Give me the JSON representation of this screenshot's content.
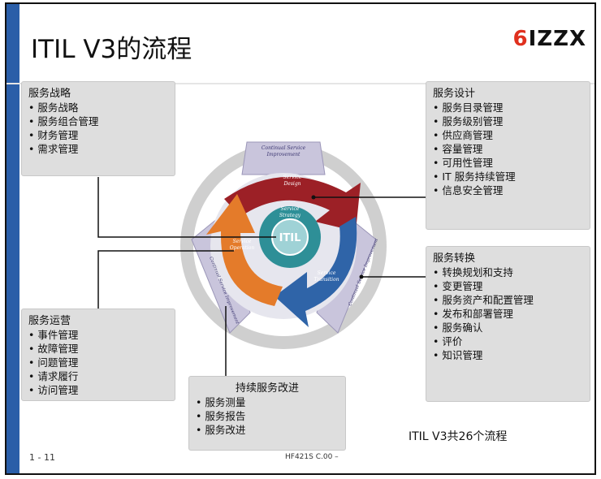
{
  "title": "ITIL V3的流程",
  "logo": {
    "mark": "6",
    "text": "IZZX"
  },
  "strategy_box": {
    "heading": "服务战略",
    "items": [
      "服务战略",
      "服务组合管理",
      "财务管理",
      "需求管理"
    ]
  },
  "design_box": {
    "heading": "服务设计",
    "items": [
      "服务目录管理",
      "服务级别管理",
      "供应商管理",
      "容量管理",
      "可用性管理",
      "IT 服务持续管理",
      "信息安全管理"
    ]
  },
  "transition_box": {
    "heading": "服务转换",
    "items": [
      "转换规划和支持",
      "变更管理",
      "服务资产和配置管理",
      "发布和部署管理",
      "服务确认",
      "评价",
      "知识管理"
    ]
  },
  "operation_box": {
    "heading": "服务运营",
    "items": [
      "事件管理",
      "故障管理",
      "问题管理",
      "请求履行",
      "访问管理"
    ]
  },
  "improvement_box": {
    "heading": "持续服务改进",
    "items": [
      "服务测量",
      "服务报告",
      "服务改进"
    ]
  },
  "diagram": {
    "center": "ITIL",
    "strategy_line1": "Service",
    "strategy_line2": "Strategy",
    "design_line1": "Service",
    "design_line2": "Design",
    "transition_line1": "Service",
    "transition_line2": "Transition",
    "operation_line1": "Service",
    "operation_line2": "Operation",
    "csi_top1": "Continual Service",
    "csi_top2": "Improvement",
    "csi_left": "Continual Service Improvement",
    "csi_right": "Continual Service Improvement",
    "colors": {
      "design": "#9c2026",
      "transition": "#2f64a8",
      "operation": "#e47b2a",
      "strategy": "#2e8f97",
      "ring": "#c8c8c8",
      "csi": "#c9c5dc"
    }
  },
  "note": "ITIL V3共26个流程",
  "footer": {
    "page": "1 - 11",
    "code": "HF421S C.00 –"
  }
}
